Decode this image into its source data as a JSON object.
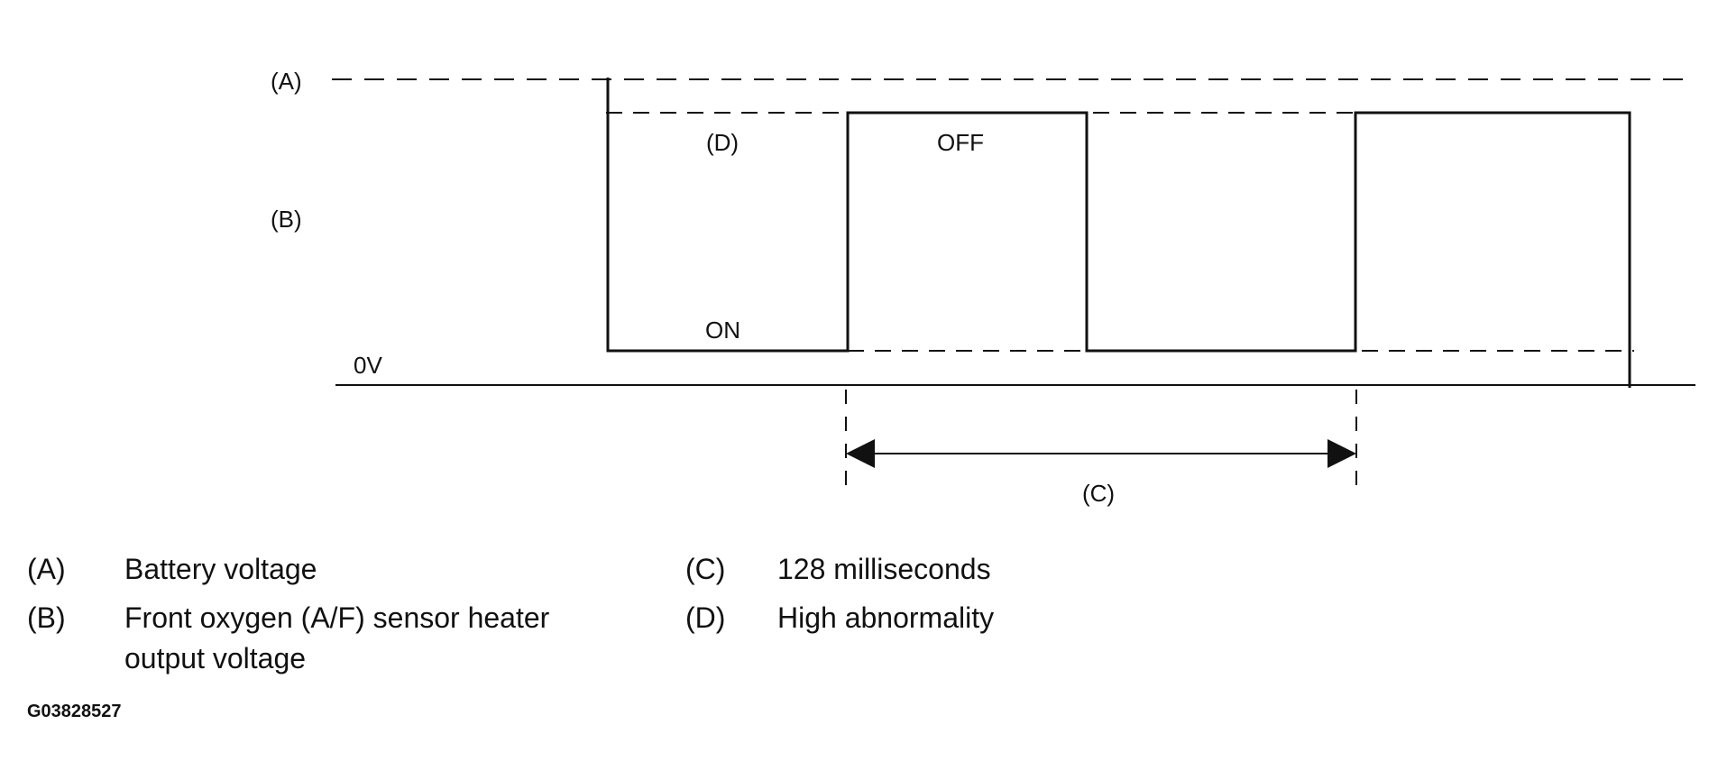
{
  "diagram": {
    "labels": {
      "a": "(A)",
      "b": "(B)",
      "d": "(D)",
      "off": "OFF",
      "on": "ON",
      "zero_volt": "0V",
      "c": "(C)"
    }
  },
  "legend": [
    {
      "key": "(A)",
      "text": "Battery voltage"
    },
    {
      "key": "(B)",
      "text": "Front oxygen (A/F) sensor heater",
      "text2": "output voltage"
    },
    {
      "key": "(C)",
      "text": "128 milliseconds"
    },
    {
      "key": "(D)",
      "text": "High abnormality"
    }
  ],
  "figure_id": "G03828527"
}
